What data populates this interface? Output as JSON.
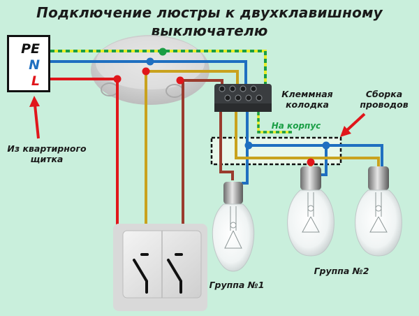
{
  "title": {
    "line1": "Подключение люстры к двухклавишному",
    "line2": "выключателю"
  },
  "panel": {
    "terminals": [
      {
        "label": "PE",
        "color": "#111111"
      },
      {
        "label": "N",
        "color": "#1f6fc0"
      },
      {
        "label": "L",
        "color": "#e0161b"
      }
    ]
  },
  "labels": {
    "from_panel_line1": "Из квартирного",
    "from_panel_line2": "щитка",
    "terminal_block_line1": "Клеммная",
    "terminal_block_line2": "колодка",
    "wire_assembly_line1": "Сборка",
    "wire_assembly_line2": "проводов",
    "to_ground": "На корпус",
    "group1": "Группа №1",
    "group2": "Группа №2"
  },
  "colors": {
    "background": "#c9efdc",
    "phase": "#e0161b",
    "neutral": "#1f6fc0",
    "ground_green": "#1a9e45",
    "ground_yellow": "#e8ec2a",
    "switched_1": "#c9a21e",
    "switched_2": "#9a3b2e",
    "ground_label": "#1a9e45"
  }
}
